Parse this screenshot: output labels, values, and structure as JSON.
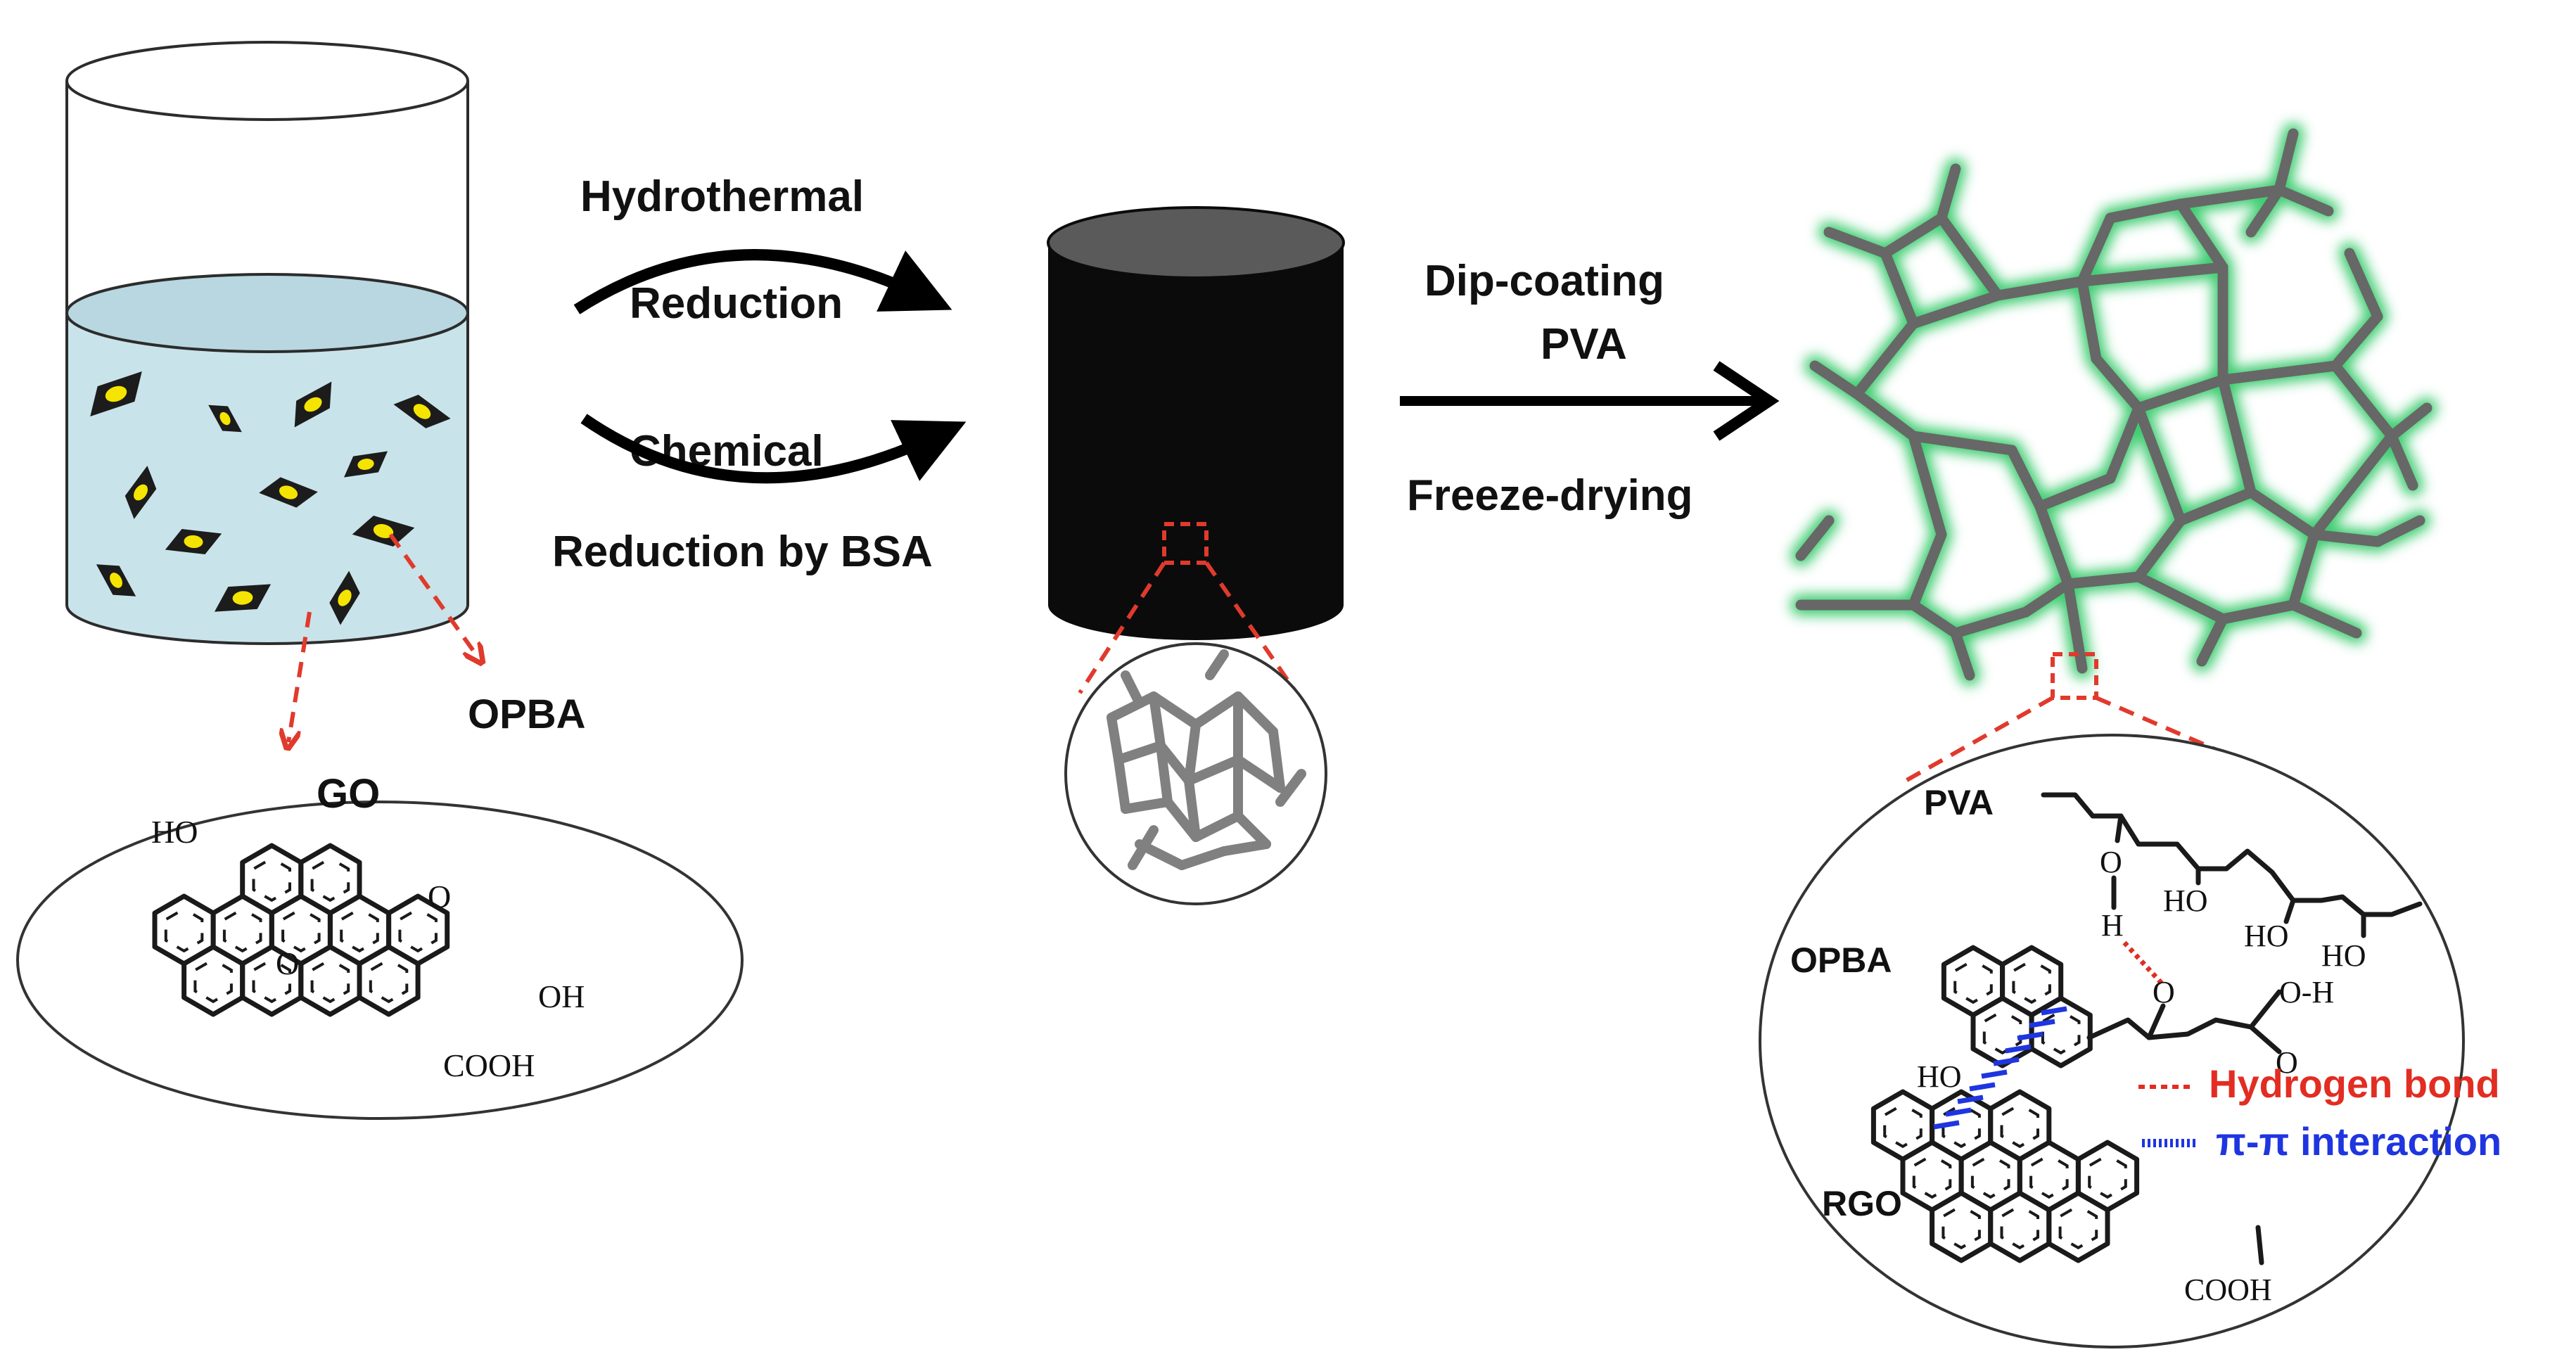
{
  "colors": {
    "solution": "#c9e3ea",
    "solution_top": "#b8d7e0",
    "flake_dark": "#1c1c1c",
    "flake_core": "#f5e400",
    "red_dash": "#e03a2c",
    "hydrogen_bond": "#e22d22",
    "pi_pi": "#1f35e0",
    "network_strand": "#676767",
    "network_glow": "#3dcc70",
    "cylinder": "#0b0b0b",
    "cylinder_top": "#5a5a5a"
  },
  "steps": {
    "hydrothermal_line1": "Hydrothermal",
    "hydrothermal_line2": "Reduction",
    "chemical_line1": "Chemical",
    "chemical_line2": "Reduction by BSA",
    "dip_line1": "Dip-coating",
    "dip_line2": "PVA",
    "freeze": "Freeze-drying"
  },
  "labels": {
    "opba_beaker": "OPBA",
    "go": "GO"
  },
  "go_structure": {
    "ho_top": "HO",
    "o_bridge_top": "O",
    "o_bridge_mid": "O",
    "oh_right": "OH",
    "cooh": "COOH"
  },
  "final_structure": {
    "pva": "PVA",
    "opba": "OPBA",
    "rgo": "RGO",
    "o_pva": "O",
    "h_pva": "H",
    "ho_1": "HO",
    "ho_2": "HO",
    "ho_3": "HO",
    "ho_4": "HO",
    "o_ketone": "O",
    "o_acid": "O",
    "o_h": "O-H",
    "o_carbonyl": "O",
    "cooh": "COOH"
  },
  "legend": {
    "hydrogen_bond": "Hydrogen bond",
    "pi_pi": "π-π interaction"
  }
}
